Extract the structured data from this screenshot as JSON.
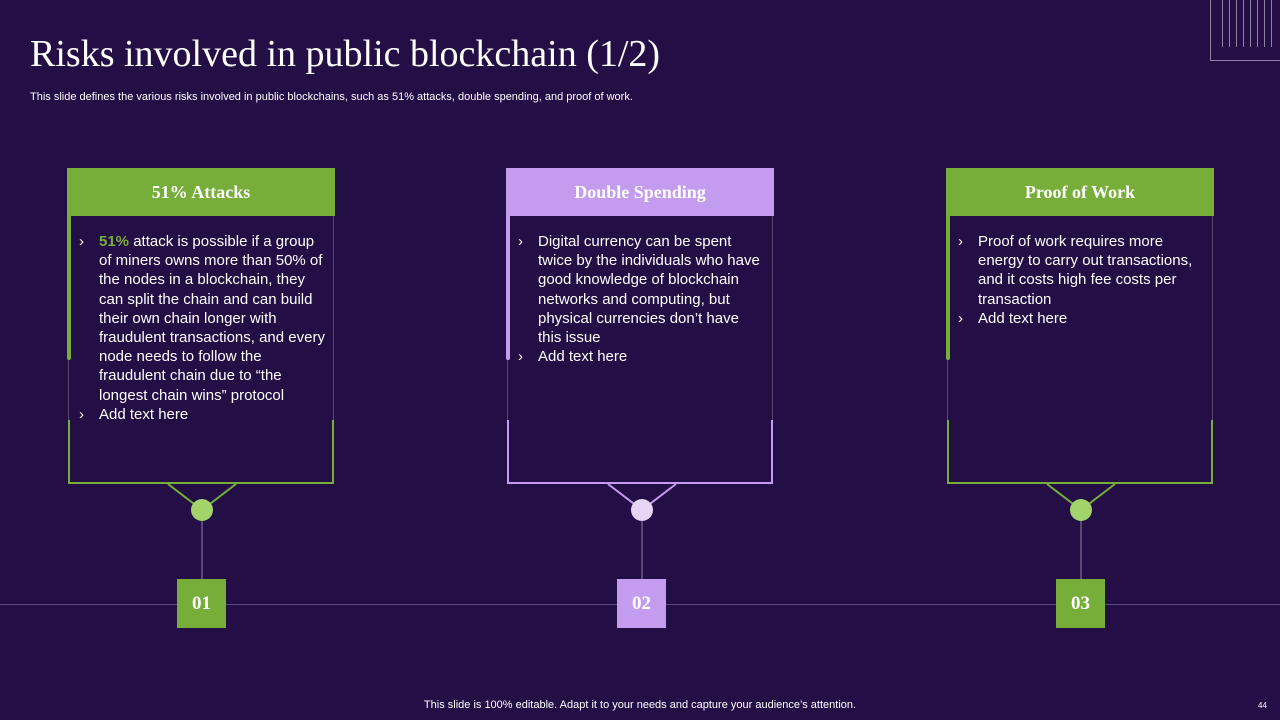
{
  "slide": {
    "title": "Risks involved in public blockchain (1/2)",
    "subtitle": "This slide defines the various risks involved in public blockchains, such as 51% attacks, double spending, and proof of work.",
    "footer": "This slide is 100% editable. Adapt it to your needs and capture your audience’s attention.",
    "page_number": "44"
  },
  "colors": {
    "background": "#240e46",
    "green": "#77ae3a",
    "purple": "#c39cf0",
    "light_green_dot": "#a2d46b",
    "light_purple_dot": "#e6d6f6"
  },
  "cards": [
    {
      "header": "51% Attacks",
      "number": "01",
      "bullet1_highlight": "51%",
      "bullet1_text": " attack is possible if a group of miners owns more than 50% of the nodes in a blockchain, they can split the chain and can build their own chain longer with fraudulent transactions, and every node needs to follow the fraudulent chain due to “the longest chain wins” protocol",
      "bullet2_text": "Add text here"
    },
    {
      "header": "Double Spending",
      "number": "02",
      "bullet1_text": "Digital currency can be spent twice by the individuals who have good knowledge of blockchain networks and computing, but physical currencies don’t have this issue",
      "bullet2_text": "Add text here"
    },
    {
      "header": "Proof of Work",
      "number": "03",
      "bullet1_text": "Proof of work requires more energy to carry out transactions, and it costs high fee costs per transaction",
      "bullet2_text": " Add text here"
    }
  ],
  "icons": {
    "bullet": "chevron-right-icon"
  }
}
